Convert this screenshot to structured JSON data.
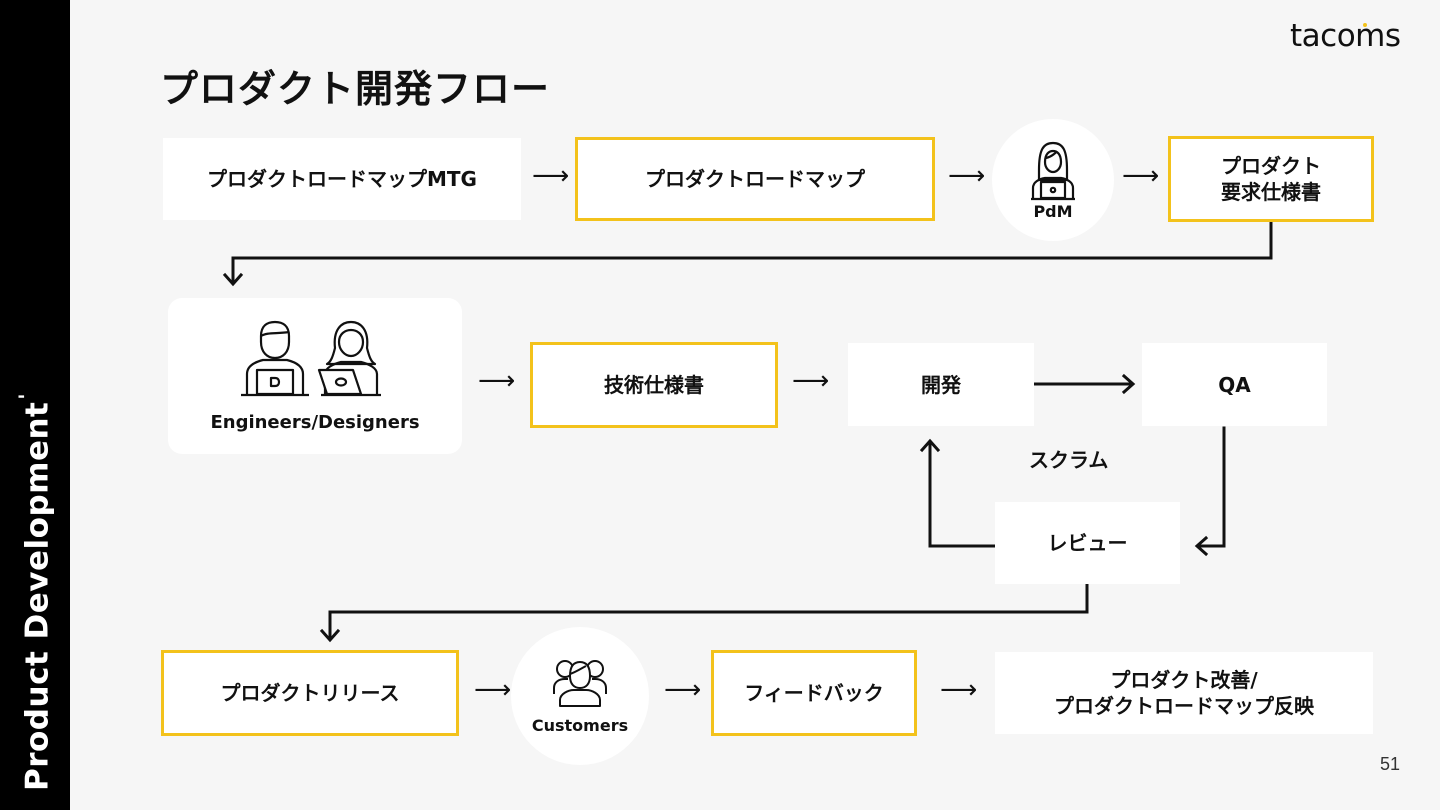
{
  "sidebar": {
    "label": "Product Development"
  },
  "brand": {
    "logo_text": "tacoms"
  },
  "title": "プロダクト開発フロー",
  "page_number": "51",
  "nodes": {
    "roadmap_mtg": "プロダクトロードマップMTG",
    "roadmap": "プロダクトロードマップ",
    "pdm": "PdM",
    "requirements_line1": "プロダクト",
    "requirements_line2": "要求仕様書",
    "engineers": "Engineers/Designers",
    "tech_spec": "技術仕様書",
    "development": "開発",
    "qa": "QA",
    "scrum": "スクラム",
    "review": "レビュー",
    "release": "プロダクトリリース",
    "customers": "Customers",
    "feedback": "フィードバック",
    "improvement_line1": "プロダクト改善/",
    "improvement_line2": "プロダクトロードマップ反映"
  },
  "icons": [
    "person-laptop-icon",
    "team-icon",
    "customers-icon",
    "right-arrow-icon"
  ],
  "colors": {
    "accent": "#f3c21b",
    "background": "#f6f6f6",
    "sidebar": "#000000",
    "box": "#ffffff"
  }
}
